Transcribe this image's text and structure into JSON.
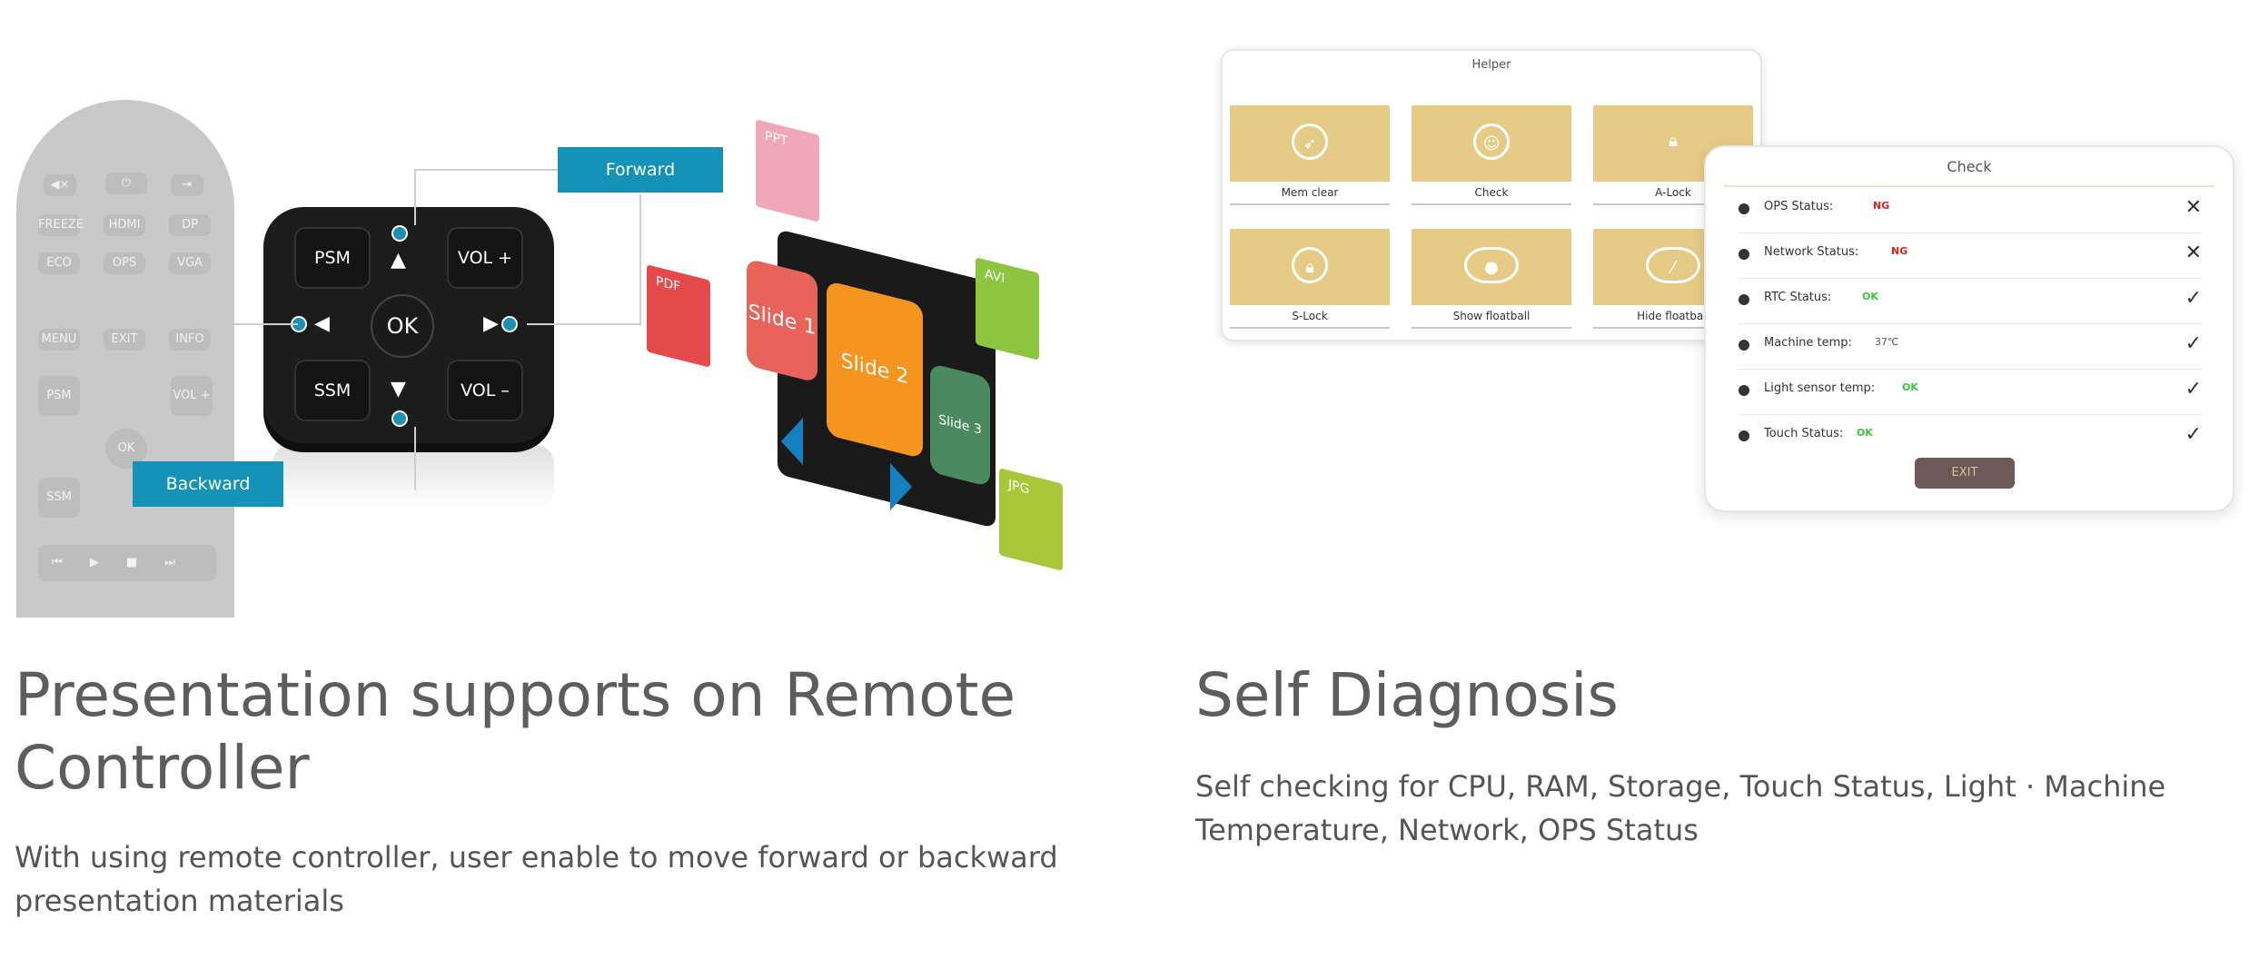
{
  "left_section": {
    "title": "Presentation supports on Remote Controller",
    "description": "With using remote controller, user enable to move forward or backward presentation materials",
    "illustration": {
      "faded_remote_keys": [
        "FREEZE",
        "HDMI",
        "DP",
        "ECO",
        "OPS",
        "VGA",
        "MENU",
        "EXIT",
        "INFO",
        "PSM",
        "VOL +",
        "OK",
        "SSM"
      ],
      "pad_keys": {
        "psm": "PSM",
        "vol_plus": "VOL +",
        "ssm": "SSM",
        "vol_minus": "VOL –",
        "ok": "OK"
      },
      "callouts": {
        "forward": "Forward",
        "backward": "Backward"
      },
      "slides": [
        "Slide 1",
        "Slide 2",
        "Slide 3"
      ],
      "file_tags": [
        "PPT",
        "PDF",
        "AVI",
        "JPG"
      ],
      "colors": {
        "callout": "#1592b8",
        "slide1": "#e8645a",
        "slide2": "#f5941e",
        "slide3": "#4a8a5e",
        "ppt": "#f0a8b8",
        "pdf": "#e44a4a",
        "avi": "#8cc63f",
        "jpg": "#a8c83a"
      }
    }
  },
  "right_section": {
    "title": "Self Diagnosis",
    "description": "Self checking for CPU, RAM, Storage, Touch Status, Light · Machine Temperature, Network, OPS Status",
    "helper_window": {
      "title": "Helper",
      "tiles": [
        {
          "label": "Mem clear",
          "icon": "rocket-icon"
        },
        {
          "label": "Check",
          "icon": "robot-icon"
        },
        {
          "label": "A-Lock",
          "icon": "lock-icon"
        },
        {
          "label": "S-Lock",
          "icon": "lock-circle-icon"
        },
        {
          "label": "Show floatball",
          "icon": "eye-icon"
        },
        {
          "label": "Hide floatball",
          "icon": "eye-off-icon"
        }
      ],
      "tile_color": "#e6cb86"
    },
    "check_window": {
      "title": "Check",
      "rows": [
        {
          "label": "OPS Status:",
          "status": "NG",
          "status_color": "#e02020",
          "mark": "✕"
        },
        {
          "label": "Network Status:",
          "status": "NG",
          "status_color": "#e02020",
          "mark": "✕"
        },
        {
          "label": "RTC Status:",
          "status": "OK",
          "status_color": "#3cc43c",
          "mark": "✓"
        },
        {
          "label": "Machine temp:",
          "status": "37℃",
          "status_color": "#555555",
          "mark": "✓"
        },
        {
          "label": "Light sensor temp:",
          "status": "OK",
          "status_color": "#3cc43c",
          "mark": "✓"
        },
        {
          "label": "Touch Status:",
          "status": "OK",
          "status_color": "#3cc43c",
          "mark": "✓"
        }
      ],
      "exit_label": "EXIT"
    }
  }
}
